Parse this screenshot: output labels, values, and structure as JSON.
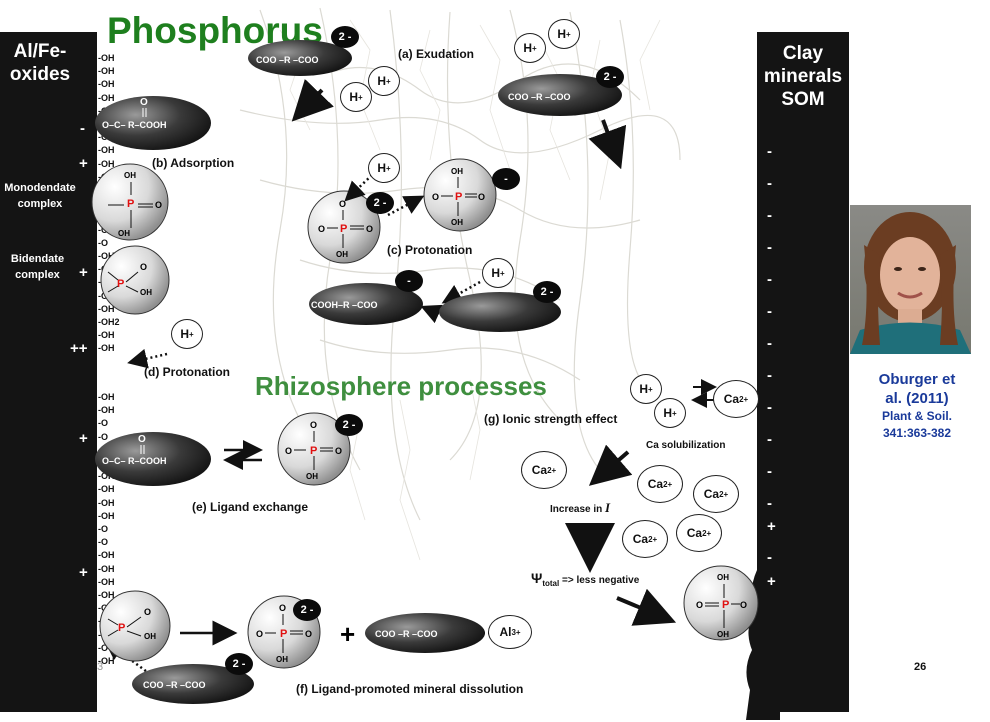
{
  "title": "Phosphorus",
  "center_title": "Rhizosphere processes",
  "left_bar": {
    "title_line1": "Al/Fe-",
    "title_line2": "oxides",
    "monodendate_line1": "Monodendate",
    "monodendate_line2": "complex",
    "bidendate_line1": "Bidendate",
    "bidendate_line2": "complex",
    "charges": [
      "-",
      "+",
      "+",
      "++",
      "+",
      "+"
    ]
  },
  "right_bar": {
    "title_line1": "Clay",
    "title_line2": "minerals",
    "title_line3": "SOM",
    "charges": [
      "-",
      "-",
      "-",
      "-",
      "-",
      "-",
      "-",
      "-",
      "-",
      "-",
      "-",
      "-",
      "+",
      "-",
      "+"
    ]
  },
  "surface_groups": {
    "top": [
      "-OH",
      "-OH",
      "-OH",
      "-OH",
      "-OH",
      "-OH",
      "-OH",
      "-OH",
      "-OH",
      "-OH",
      "-O",
      "-OH",
      "-OH",
      "-OH",
      "-O",
      "-OH",
      "-OH",
      "-OH",
      "-OH",
      "-OH",
      "-OH2",
      "-OH",
      "-OH"
    ],
    "bottom": [
      "-OH",
      "-OH",
      "-O",
      "-O",
      "-OH",
      "-O",
      "-OH",
      "-OH",
      "-OH",
      "-OH",
      "-O",
      "-O",
      "-OH",
      "-OH",
      "-OH",
      "-OH",
      "-O",
      "-OH",
      "-O",
      "-O",
      "-OH"
    ]
  },
  "processes": {
    "a": "(a) Exudation",
    "b": "(b) Adsorption",
    "c": "(c) Protonation",
    "d": "(d) Protonation",
    "e": "(e) Ligand exchange",
    "f": "(f) Ligand-promoted mineral dissolution",
    "g": "(g) Ionic strength effect"
  },
  "labels": {
    "ca_solubilization": "Ca solubilization",
    "increase_prefix": "Increase in ",
    "increase_symbol": "I",
    "psi_symbol": "Ψ",
    "psi_sub": "total",
    "psi_suffix": " => less negative"
  },
  "molecule_text": {
    "coo_r_coo": "COO –R –COO",
    "cooh_r_coo": "COOH–R –COO",
    "carboxyl_ligand": "O–C– R–COOH",
    "double_o": "O",
    "p": "P",
    "oh": "OH",
    "o": "O"
  },
  "ions": {
    "h_plus": "H+",
    "ca2": "Ca2+",
    "al3": "Al3+",
    "charge_2minus": "2 -",
    "charge_minus": "-"
  },
  "citation": {
    "authors_line1": "Oburger et",
    "authors_line2": "al.  (2011)",
    "journal": "Plant & Soil.",
    "pages": "341:363-382"
  },
  "page_number": "26",
  "slide_fragment": "3",
  "colors": {
    "title_green": "#1e7f1e",
    "rhizo_green": "#3f8f3f",
    "citation_blue": "#1a3a9a",
    "phosphorus_red": "#e01010",
    "bar_black": "#141414"
  }
}
